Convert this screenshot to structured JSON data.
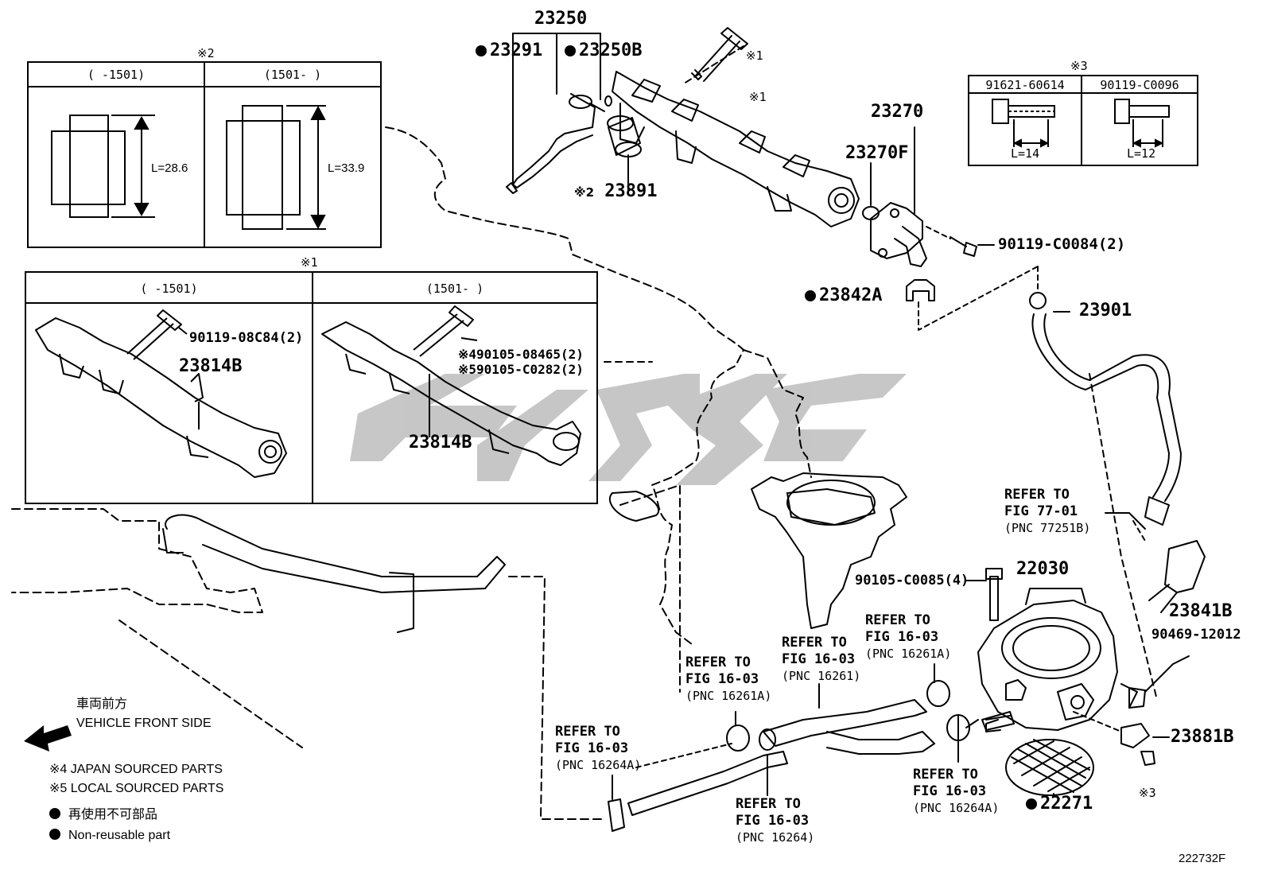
{
  "parts": {
    "p23250": "23250",
    "p23291": "23291",
    "p23250B": "23250B",
    "p23891": "23891",
    "p23270": "23270",
    "p23270F": "23270F",
    "p90119_C0084": "90119-C0084(2)",
    "p23842A": "23842A",
    "p23901": "23901",
    "p22030": "22030",
    "p90105_C0085": "90105-C0085(4)",
    "p23841B": "23841B",
    "p90469_12012": "90469-12012",
    "p23881B": "23881B",
    "p22271": "22271"
  },
  "marks": {
    "note1": "※1",
    "note2": "※2",
    "note3": "※3"
  },
  "inset_length": {
    "note": "※2",
    "col1_header": "(      -1501)",
    "col2_header": "(1501-      )",
    "col1_length": "L=28.6",
    "col2_length": "L=33.9"
  },
  "inset_rail": {
    "note": "※1",
    "col1_header": "(      -1501)",
    "col2_header": "(1501-      )",
    "col1_bolt": "90119-08C84(2)",
    "col1_part": "23814B",
    "col2_bolt_a": "※490105-08465(2)",
    "col2_bolt_b": "※590105-C0282(2)",
    "col2_part": "23814B"
  },
  "inset_bolts": {
    "note": "※3",
    "col1_header": "91621-60614",
    "col2_header": "90119-C0096",
    "col1_length": "L=14",
    "col2_length": "L=12"
  },
  "refs": {
    "r77_01": {
      "l1": "REFER TO",
      "l2": "FIG 77-01",
      "l3": "(PNC 77251B)"
    },
    "r16261A_top": {
      "l1": "REFER TO",
      "l2": "FIG 16-03",
      "l3": "(PNC 16261A)"
    },
    "r16261": {
      "l1": "REFER TO",
      "l2": "FIG 16-03",
      "l3": "(PNC 16261)"
    },
    "r16261A_left": {
      "l1": "REFER TO",
      "l2": "FIG 16-03",
      "l3": "(PNC 16261A)"
    },
    "r16264A_left": {
      "l1": "REFER TO",
      "l2": "FIG 16-03",
      "l3": "(PNC 16264A)"
    },
    "r16264": {
      "l1": "REFER TO",
      "l2": "FIG 16-03",
      "l3": "(PNC 16264)"
    },
    "r16264A_right": {
      "l1": "REFER TO",
      "l2": "FIG 16-03",
      "l3": "(PNC 16264A)"
    }
  },
  "legend": {
    "front_jp": "車両前方",
    "front_en": "VEHICLE FRONT SIDE",
    "note4": "※4 JAPAN SOURCED PARTS",
    "note5": "※5 LOCAL SOURCED PARTS",
    "nonreuse_jp": "再使用不可部品",
    "nonreuse_en": "Non-reusable part"
  },
  "figure_id": "222732F"
}
